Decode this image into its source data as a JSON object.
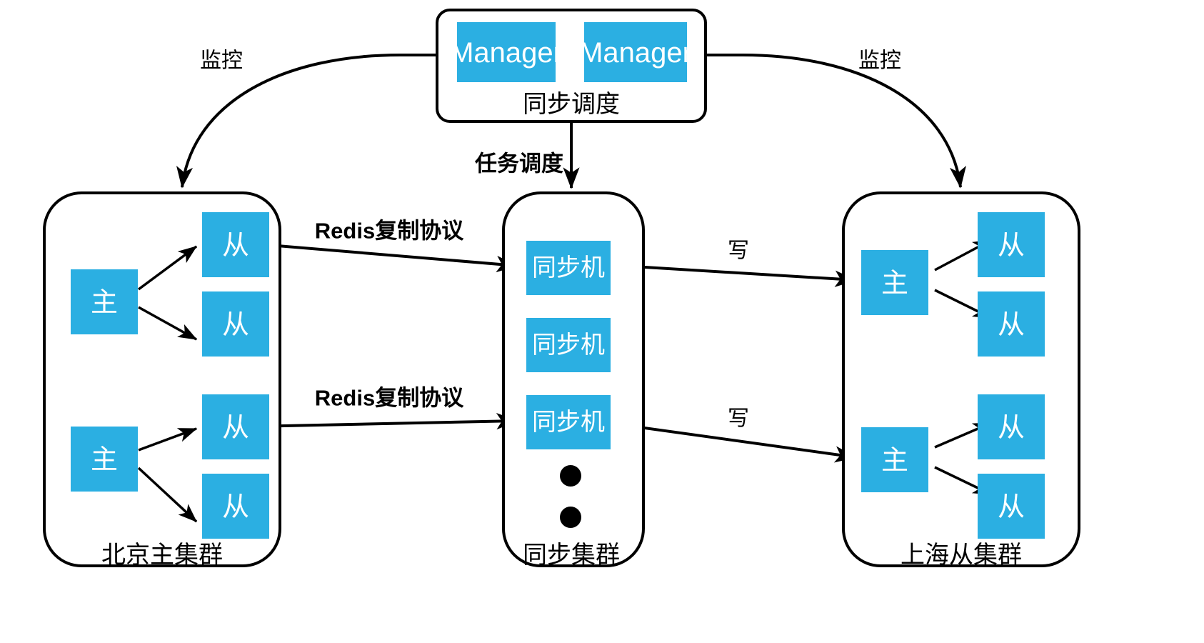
{
  "diagram": {
    "title_text_present": false,
    "colors": {
      "node_fill": "#2BAFE2",
      "node_text": "#ffffff",
      "stroke": "#000000",
      "background": "#ffffff"
    },
    "scheduler": {
      "caption": "同步调度",
      "managers": [
        {
          "label": "Manager"
        },
        {
          "label": "Manager"
        }
      ]
    },
    "clusters": {
      "beijing": {
        "caption": "北京主集群",
        "groups": [
          {
            "master": {
              "label": "主"
            },
            "slaves": [
              {
                "label": "从"
              },
              {
                "label": "从"
              }
            ]
          },
          {
            "master": {
              "label": "主"
            },
            "slaves": [
              {
                "label": "从"
              },
              {
                "label": "从"
              }
            ]
          }
        ]
      },
      "sync": {
        "caption": "同步集群",
        "nodes": [
          {
            "label": "同步机"
          },
          {
            "label": "同步机"
          },
          {
            "label": "同步机"
          }
        ],
        "ellipsis": "⋮"
      },
      "shanghai": {
        "caption": "上海从集群",
        "groups": [
          {
            "master": {
              "label": "主"
            },
            "slaves": [
              {
                "label": "从"
              },
              {
                "label": "从"
              }
            ]
          },
          {
            "master": {
              "label": "主"
            },
            "slaves": [
              {
                "label": "从"
              },
              {
                "label": "从"
              }
            ]
          }
        ]
      }
    },
    "edges": {
      "monitor_left": "监控",
      "monitor_right": "监控",
      "task_schedule": "任务调度",
      "replication_top": "Redis复制协议",
      "replication_bottom": "Redis复制协议",
      "write_top": "写",
      "write_bottom": "写"
    }
  }
}
